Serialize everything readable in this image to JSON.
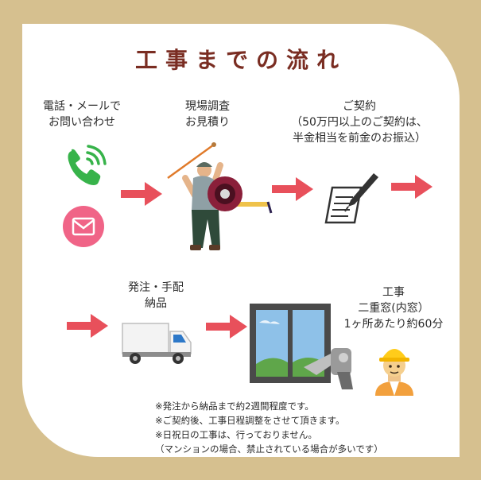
{
  "title": "工事までの流れ",
  "steps": {
    "contact": "電話・メールで\nお問い合わせ",
    "survey": "現場調査\nお見積り",
    "contract": "ご契約\n（50万円以上のご契約は、\n半金相当を前金のお振込）",
    "order": "発注・手配\n納品",
    "construction": "工事\n二重窓(内窓）\n1ヶ所あたり約60分"
  },
  "notes": [
    "※発注から納品まで約2週間程度です。",
    "※ご契約後、工事日程調整をさせて頂きます。",
    "※日祝日の工事は、行っておりません。",
    "（マンションの場合、禁止されている場合が多いです）"
  ],
  "colors": {
    "background": "#d6c08f",
    "card": "#ffffff",
    "title": "#7a2d22",
    "arrow": "#e8505b",
    "phone": "#37b34a",
    "mail": "#f06487"
  },
  "icons": [
    "phone-icon",
    "mail-icon",
    "surveyor-illustration",
    "contract-pen-icon",
    "delivery-truck-icon",
    "window-drill-illustration",
    "worker-emoji-icon"
  ]
}
